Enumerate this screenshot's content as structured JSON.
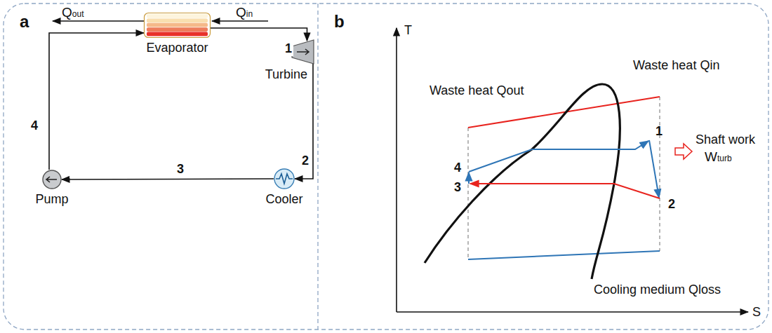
{
  "diagram": {
    "nodes": [
      {
        "text": [
          "Evaporator"
        ]
      },
      {
        "text": [
          "Turbine"
        ]
      },
      {
        "text": [
          "Cooler"
        ]
      },
      {
        "text": [
          "Pump"
        ]
      }
    ],
    "edges": [
      {
        "from": 0,
        "to": 1,
        "arrow": "to",
        "label": "1"
      },
      {
        "from": 1,
        "to": 2,
        "arrow": "to",
        "label": "2"
      },
      {
        "from": 2,
        "to": 3,
        "arrow": "to",
        "label": "3"
      },
      {
        "from": 3,
        "to": 0,
        "arrow": "to",
        "label": "4"
      }
    ],
    "labels": [
      "a",
      "Qout",
      "Qin",
      "b",
      "T",
      "S",
      "Waste heat Qout",
      "Waste heat Qin",
      "1",
      "2",
      "3",
      "4",
      "Shaft work",
      "Wturb",
      "Cooling medium Qloss"
    ]
  }
}
